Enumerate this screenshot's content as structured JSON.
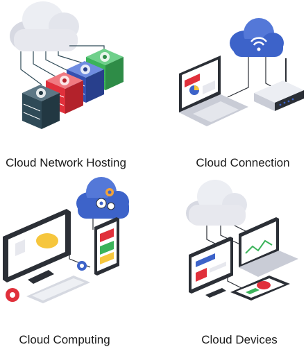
{
  "captions": {
    "hosting": "Cloud Network Hosting",
    "connection": "Cloud Connection",
    "computing": "Cloud Computing",
    "devices": "Cloud Devices"
  },
  "colors": {
    "cloud_grey": "#e7e8ee",
    "cloud_blue": "#3d63c9",
    "server_dark": "#2f4a57",
    "server_red": "#e0303b",
    "server_blue": "#3550b0",
    "server_green": "#3bb35a",
    "screen_yellow": "#f6c63d",
    "frame_dark": "#2b2f36",
    "gear_orange": "#f2a33a",
    "gear_red": "#e0303b"
  }
}
